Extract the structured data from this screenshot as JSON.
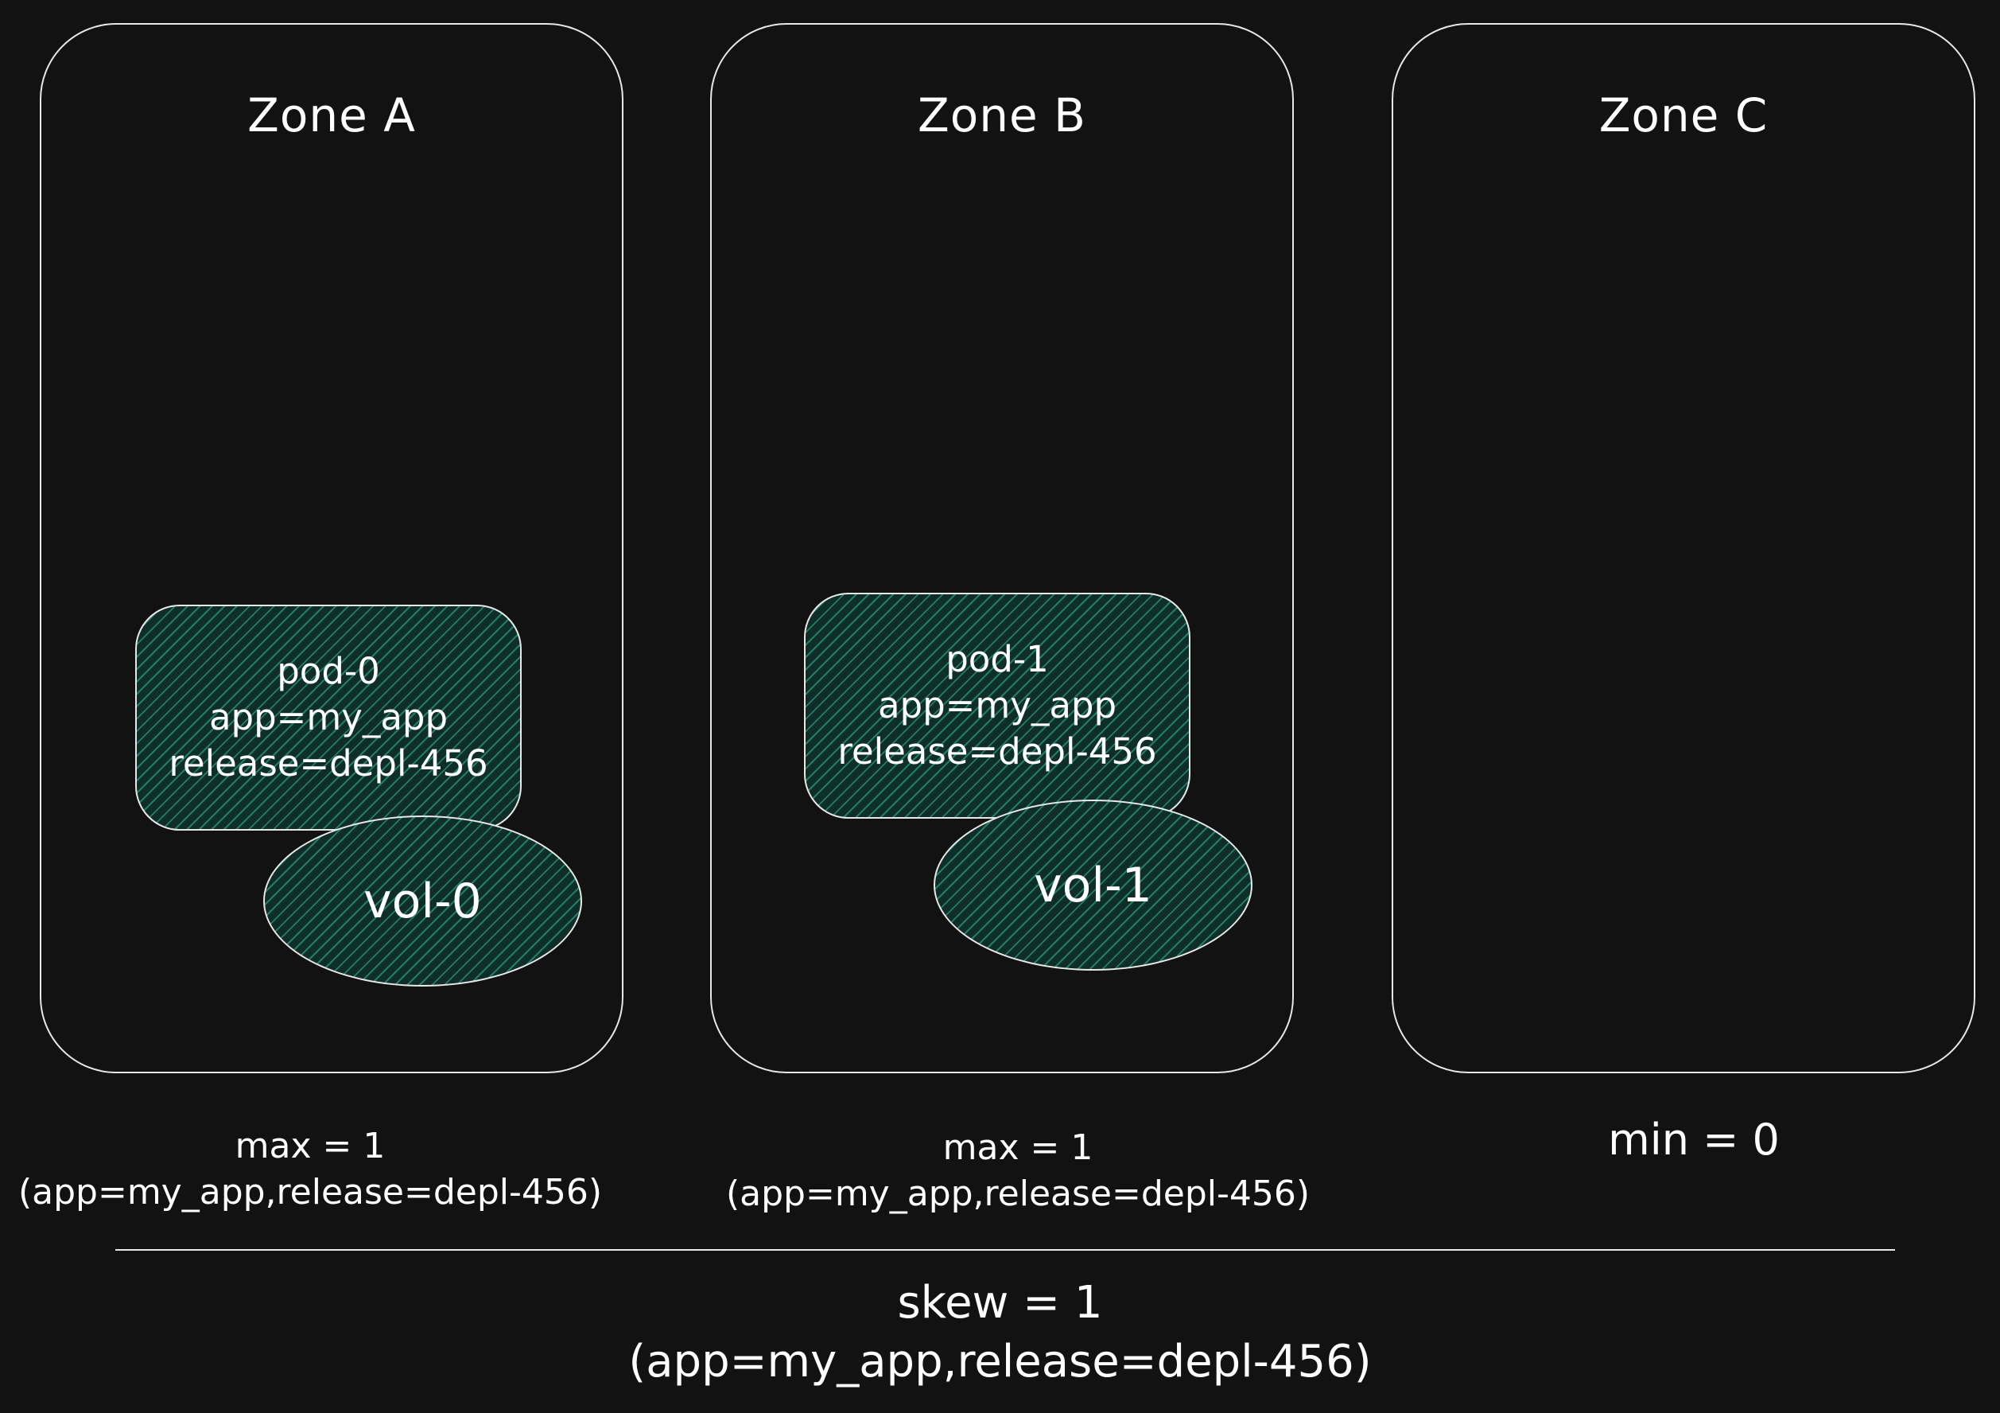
{
  "zones": [
    {
      "title": "Zone A",
      "pod": {
        "name": "pod-0",
        "label_app": "app=my_app",
        "label_release": "release=depl-456"
      },
      "volume": "vol-0",
      "stat_line1": "max = 1",
      "stat_line2": "(app=my_app,release=depl-456)"
    },
    {
      "title": "Zone B",
      "pod": {
        "name": "pod-1",
        "label_app": "app=my_app",
        "label_release": "release=depl-456"
      },
      "volume": "vol-1",
      "stat_line1": "max = 1",
      "stat_line2": "(app=my_app,release=depl-456)"
    },
    {
      "title": "Zone C",
      "stat_line1": "min = 0"
    }
  ],
  "summary": {
    "line1": "skew = 1",
    "line2": "(app=my_app,release=depl-456)"
  },
  "colors": {
    "background": "#121212",
    "stroke": "#e8e8e8",
    "pod_fill": "#0f2e28",
    "hatch": "#28aa8c",
    "text": "#ffffff"
  }
}
